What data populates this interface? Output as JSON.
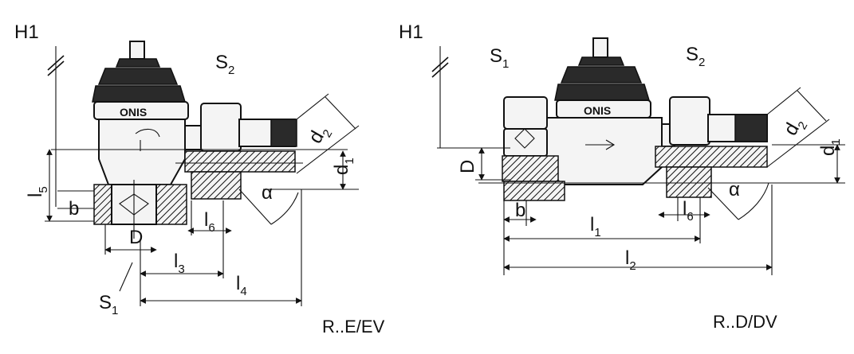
{
  "left_view": {
    "h1": "H1",
    "s2": "S",
    "s2_sub": "2",
    "d2": "d",
    "d2_sub": "2",
    "d1": "d",
    "d1_sub": "1",
    "l5": "l",
    "l5_sub": "5",
    "b": "b",
    "D": "D",
    "alpha": "α",
    "l6": "l",
    "l6_sub": "6",
    "l3": "l",
    "l3_sub": "3",
    "l4": "l",
    "l4_sub": "4",
    "s1": "S",
    "s1_sub": "1",
    "brand": "ONIS",
    "caption": "R..E/EV"
  },
  "right_view": {
    "h1": "H1",
    "s1": "S",
    "s1_sub": "1",
    "s2": "S",
    "s2_sub": "2",
    "D": "D",
    "d2": "d",
    "d2_sub": "2",
    "d1": "d",
    "d1_sub": "1",
    "b": "b",
    "l1": "l",
    "l1_sub": "1",
    "l6": "l",
    "l6_sub": "6",
    "l2": "l",
    "l2_sub": "2",
    "alpha": "α",
    "brand": "ONIS",
    "caption": "R..D/DV"
  }
}
